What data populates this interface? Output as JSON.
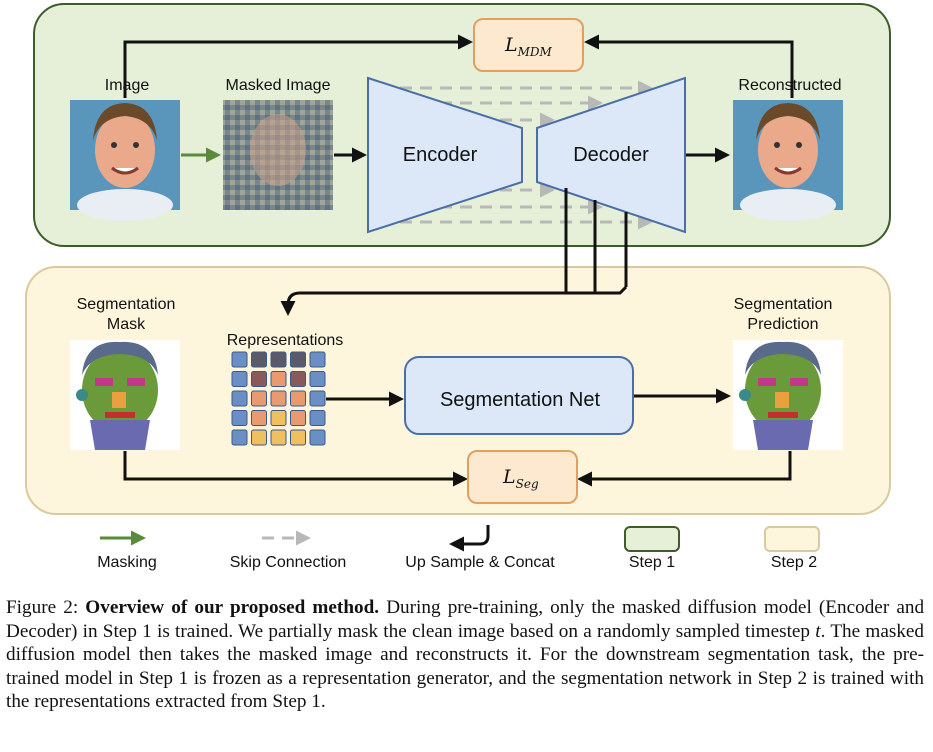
{
  "step1": {
    "image_label": "Image",
    "masked_label": "Masked Image",
    "encoder_label": "Encoder",
    "decoder_label": "Decoder",
    "reconstructed_label": "Reconstructed",
    "loss_main": "L",
    "loss_sub": "MDM"
  },
  "step2": {
    "seg_mask_label_1": "Segmentation",
    "seg_mask_label_2": "Mask",
    "representations_label": "Representations",
    "seg_net_label": "Segmentation Net",
    "seg_pred_label_1": "Segmentation",
    "seg_pred_label_2": "Prediction",
    "loss_main": "L",
    "loss_sub": "Seg"
  },
  "legend": {
    "masking": "Masking",
    "skip": "Skip Connection",
    "upsample": "Up Sample & Concat",
    "step1": "Step 1",
    "step2": "Step 2"
  },
  "caption": {
    "figure": "Figure 2:",
    "title": "Overview of our proposed method.",
    "t_symbol": "t",
    "line1": "During pre-training, only the masked diffusion",
    "line2": "model (Encoder and Decoder) in Step 1 is trained.  We partially mask the clean image based on",
    "line3_before": "a randomly sampled timestep",
    "line3_after": ".  The masked diffusion model then takes the masked image and",
    "line4": "reconstructs it. For the downstream segmentation task, the pre-trained model in Step 1 is frozen as a",
    "line5": "representation generator, and the segmentation network in Step 2 is trained with the representations",
    "line6": "extracted from Step 1."
  },
  "colors": {
    "step1_fill": "#e6f0d9",
    "step1_border": "#3d5c2a",
    "step2_fill": "#fdf6dc",
    "step2_border": "#d9c9a0",
    "network_fill": "#dce8f8",
    "network_border": "#4a6ea8",
    "loss_fill": "#fde9d0",
    "loss_border": "#e0a060",
    "masking_arrow": "#5a8a3a",
    "skip_arrow": "#b8b8b8"
  },
  "representation_grid": [
    [
      "#6b8fc4",
      "#5a5a6a",
      "#5a5a6a",
      "#5a5a6a",
      "#6b8fc4"
    ],
    [
      "#6b8fc4",
      "#8a5a5a",
      "#e89a70",
      "#8a5a5a",
      "#6b8fc4"
    ],
    [
      "#6b8fc4",
      "#e89a70",
      "#e89a70",
      "#e89a70",
      "#6b8fc4"
    ],
    [
      "#6b8fc4",
      "#e89a70",
      "#f0c060",
      "#e89a70",
      "#6b8fc4"
    ],
    [
      "#6b8fc4",
      "#f0c060",
      "#f0c060",
      "#f0c060",
      "#6b8fc4"
    ]
  ],
  "icons": {
    "face_image": "face-photo-icon",
    "masked_face": "masked-face-icon",
    "reconstructed_face": "reconstructed-face-icon",
    "seg_mask": "segmentation-mask-icon",
    "seg_pred": "segmentation-prediction-icon"
  }
}
